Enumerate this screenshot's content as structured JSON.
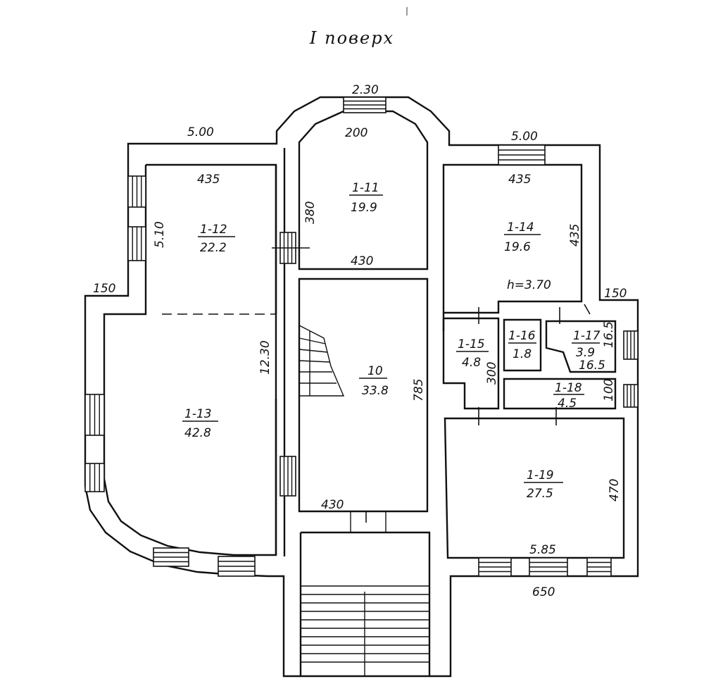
{
  "title": "I поверх",
  "rooms": [
    {
      "id": "1-11",
      "number": "1-11",
      "area": "19.9"
    },
    {
      "id": "1-12",
      "number": "1-12",
      "area": "22.2"
    },
    {
      "id": "1-13",
      "number": "1-13",
      "area": "42.8"
    },
    {
      "id": "1-14",
      "number": "1-14",
      "area": "19.6"
    },
    {
      "id": "10",
      "number": "10",
      "area": "33.8"
    },
    {
      "id": "1-15",
      "number": "1-15",
      "area": "4.8"
    },
    {
      "id": "1-16",
      "number": "1-16",
      "area": "1.8"
    },
    {
      "id": "1-17",
      "number": "1-17",
      "area": "3.9"
    },
    {
      "id": "1-18",
      "number": "1-18",
      "area": "4.5"
    },
    {
      "id": "1-19",
      "number": "1-19",
      "area": "27.5"
    }
  ],
  "dimensions": {
    "top_bay": "2.30",
    "bay_inner": "200",
    "left_top": "5.00",
    "right_top": "5.00",
    "r112_width": "435",
    "r112_height": "5.10",
    "r111_height": "380",
    "r111_width": "430",
    "r114_width": "435",
    "r114_height": "435",
    "ceiling_height": "h=3.70",
    "left_step": "150",
    "right_step": "150",
    "left_depth": "12.30",
    "hall_depth": "785",
    "wc_depth": "300",
    "r117_a": "16.5",
    "r117_b": "16.5",
    "r118": "100",
    "r119_height": "470",
    "hall_width": "430",
    "r119_width": "5.85",
    "bottom_width": "650"
  }
}
